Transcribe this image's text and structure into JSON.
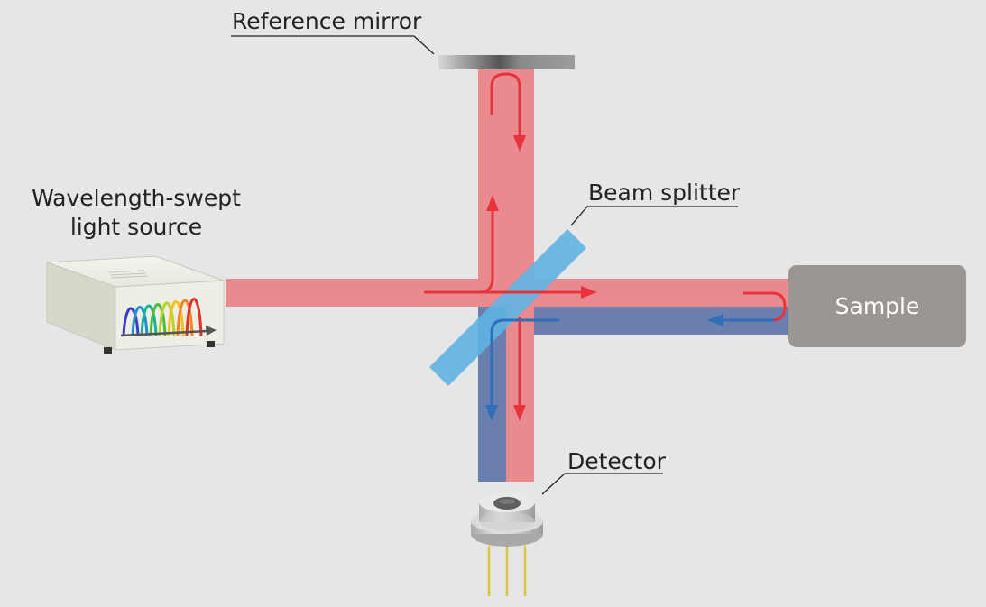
{
  "labels": {
    "reference_mirror": "Reference mirror",
    "beam_splitter": "Beam splitter",
    "light_source_line1": "Wavelength-swept",
    "light_source_line2": "light source",
    "sample": "Sample",
    "detector": "Detector"
  },
  "colors": {
    "background": "#e6e6e6",
    "red_beam": "#e88a8e",
    "blue_beam": "#6b7fae",
    "red_arrow": "#e8323c",
    "blue_arrow": "#2f6fb8",
    "splitter": "#5fb4e3",
    "sample_box": "#9a9793",
    "detector_body": "#c9c9c9",
    "detector_pins": "#d8c640"
  },
  "icons": [
    "wavelength-swept-light-source-icon",
    "reference-mirror-icon",
    "beam-splitter-icon",
    "detector-icon"
  ]
}
